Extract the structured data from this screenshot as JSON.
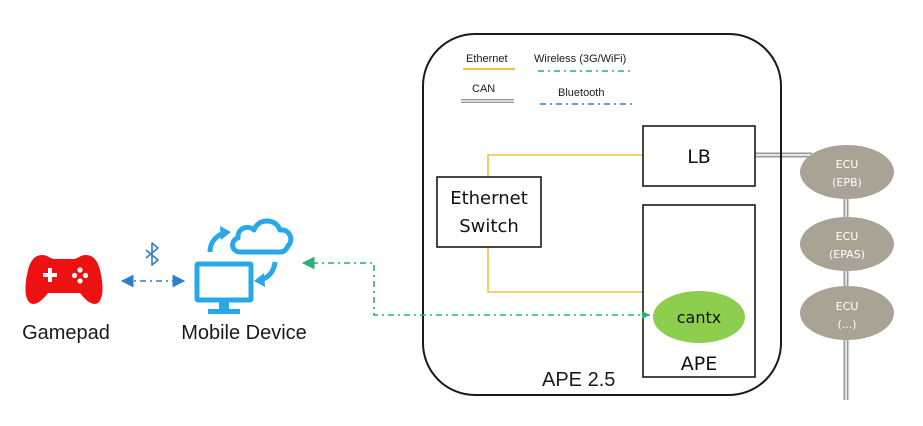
{
  "legend": {
    "items": [
      {
        "label": "Ethernet",
        "style": "solid",
        "color": "#f0c040"
      },
      {
        "label": "Wireless (3G/WiFi)",
        "style": "dash-dot",
        "color": "#2bb07a"
      },
      {
        "label": "CAN",
        "style": "double",
        "color": "#9a9a9a"
      },
      {
        "label": "Bluetooth",
        "style": "dash-dot",
        "color": "#2f7fc6"
      }
    ]
  },
  "nodes": {
    "gamepad": {
      "label": "Gamepad",
      "icon": "gamepad-icon",
      "color": "#ee1111"
    },
    "mobile_device": {
      "label": "Mobile Device",
      "icon": "computer-cloud-sync-icon",
      "color": "#29a8e8"
    },
    "bluetooth": {
      "icon": "bluetooth-icon",
      "color": "#2f7fc6"
    },
    "ape25": {
      "label": "APE 2.5"
    },
    "ethernet_switch": {
      "label_line1": "Ethernet",
      "label_line2": "Switch"
    },
    "lb": {
      "label": "LB"
    },
    "ape": {
      "label": "APE"
    },
    "cantx": {
      "label": "cantx",
      "color": "#8dce4e"
    },
    "ecus": [
      {
        "line1": "ECU",
        "line2": "(EPB)"
      },
      {
        "line1": "ECU",
        "line2": "(EPAS)"
      },
      {
        "line1": "ECU",
        "line2": "(...)"
      }
    ],
    "ecu_color": "#a9a396"
  },
  "colors": {
    "ethernet": "#f0c040",
    "wireless": "#2bb07a",
    "can": "#9a9a9a",
    "bluetooth": "#2f7fc6",
    "box_stroke": "#1a1a1a"
  }
}
